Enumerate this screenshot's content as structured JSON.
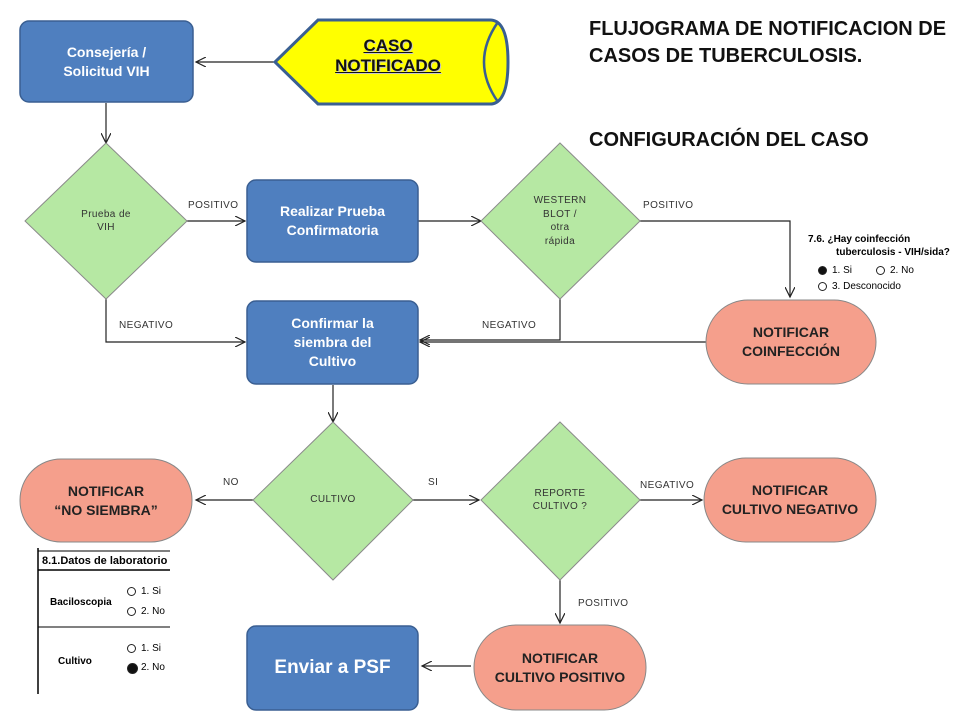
{
  "title": {
    "line1": "FLUJOGRAMA DE NOTIFICACION DE CASOS DE TUBERCULOSIS.",
    "line2": "CONFIGURACIÓN DEL CASO"
  },
  "nodes": {
    "consejeria": "Consejería /\nSolicitud VIH",
    "caso_notificado": "CASO\nNOTIFICADO",
    "prueba_vih": "Prueba de\nVIH",
    "realizar_prueba": "Realizar Prueba\nConfirmatoria",
    "western_blot": "WESTERN\nBLOT /\notra\nrápida",
    "notificar_coinfeccion": "NOTIFICAR\nCOINFECCIÓN",
    "confirmar_siembra": "Confirmar  la\nsiembra del\nCultivo",
    "cultivo": "CULTIVO",
    "notificar_no_siembra": "NOTIFICAR\n“NO SIEMBRA”",
    "reporte_cultivo": "REPORTE\nCULTIVO ?",
    "notificar_cultivo_negativo": "NOTIFICAR\nCULTIVO NEGATIVO",
    "notificar_cultivo_positivo": "NOTIFICAR\nCULTIVO POSITIVO",
    "enviar_psf": "Enviar a PSF"
  },
  "edges": {
    "vih_positivo": "POSITIVO",
    "vih_negativo": "NEGATIVO",
    "wb_positivo": "POSITIVO",
    "wb_negativo": "NEGATIVO",
    "cultivo_no": "NO",
    "cultivo_si": "SI",
    "reporte_negativo": "NEGATIVO",
    "reporte_positivo": "POSITIVO"
  },
  "form_coinfeccion": {
    "question_line1": "7.6. ¿Hay coinfección",
    "question_line2": "tuberculosis - VIH/sida?",
    "opt_si": "1. Si",
    "opt_no": "2. No",
    "opt_desconocido": "3. Desconocido",
    "selected": "1. Si"
  },
  "form_laboratorio": {
    "header": "8.1.Datos de laboratorio",
    "rows": [
      {
        "label": "Baciloscopia",
        "opt1": "1. Si",
        "opt2": "2. No"
      },
      {
        "label": "Cultivo",
        "opt1": "1. Si",
        "opt2": "2. No",
        "selected": "2. No"
      }
    ]
  },
  "colors": {
    "blue_process": "#4f7fbf",
    "green_decision": "#b6e8a3",
    "salmon_terminal": "#f59f8c",
    "yellow_display": "#ffff00"
  }
}
